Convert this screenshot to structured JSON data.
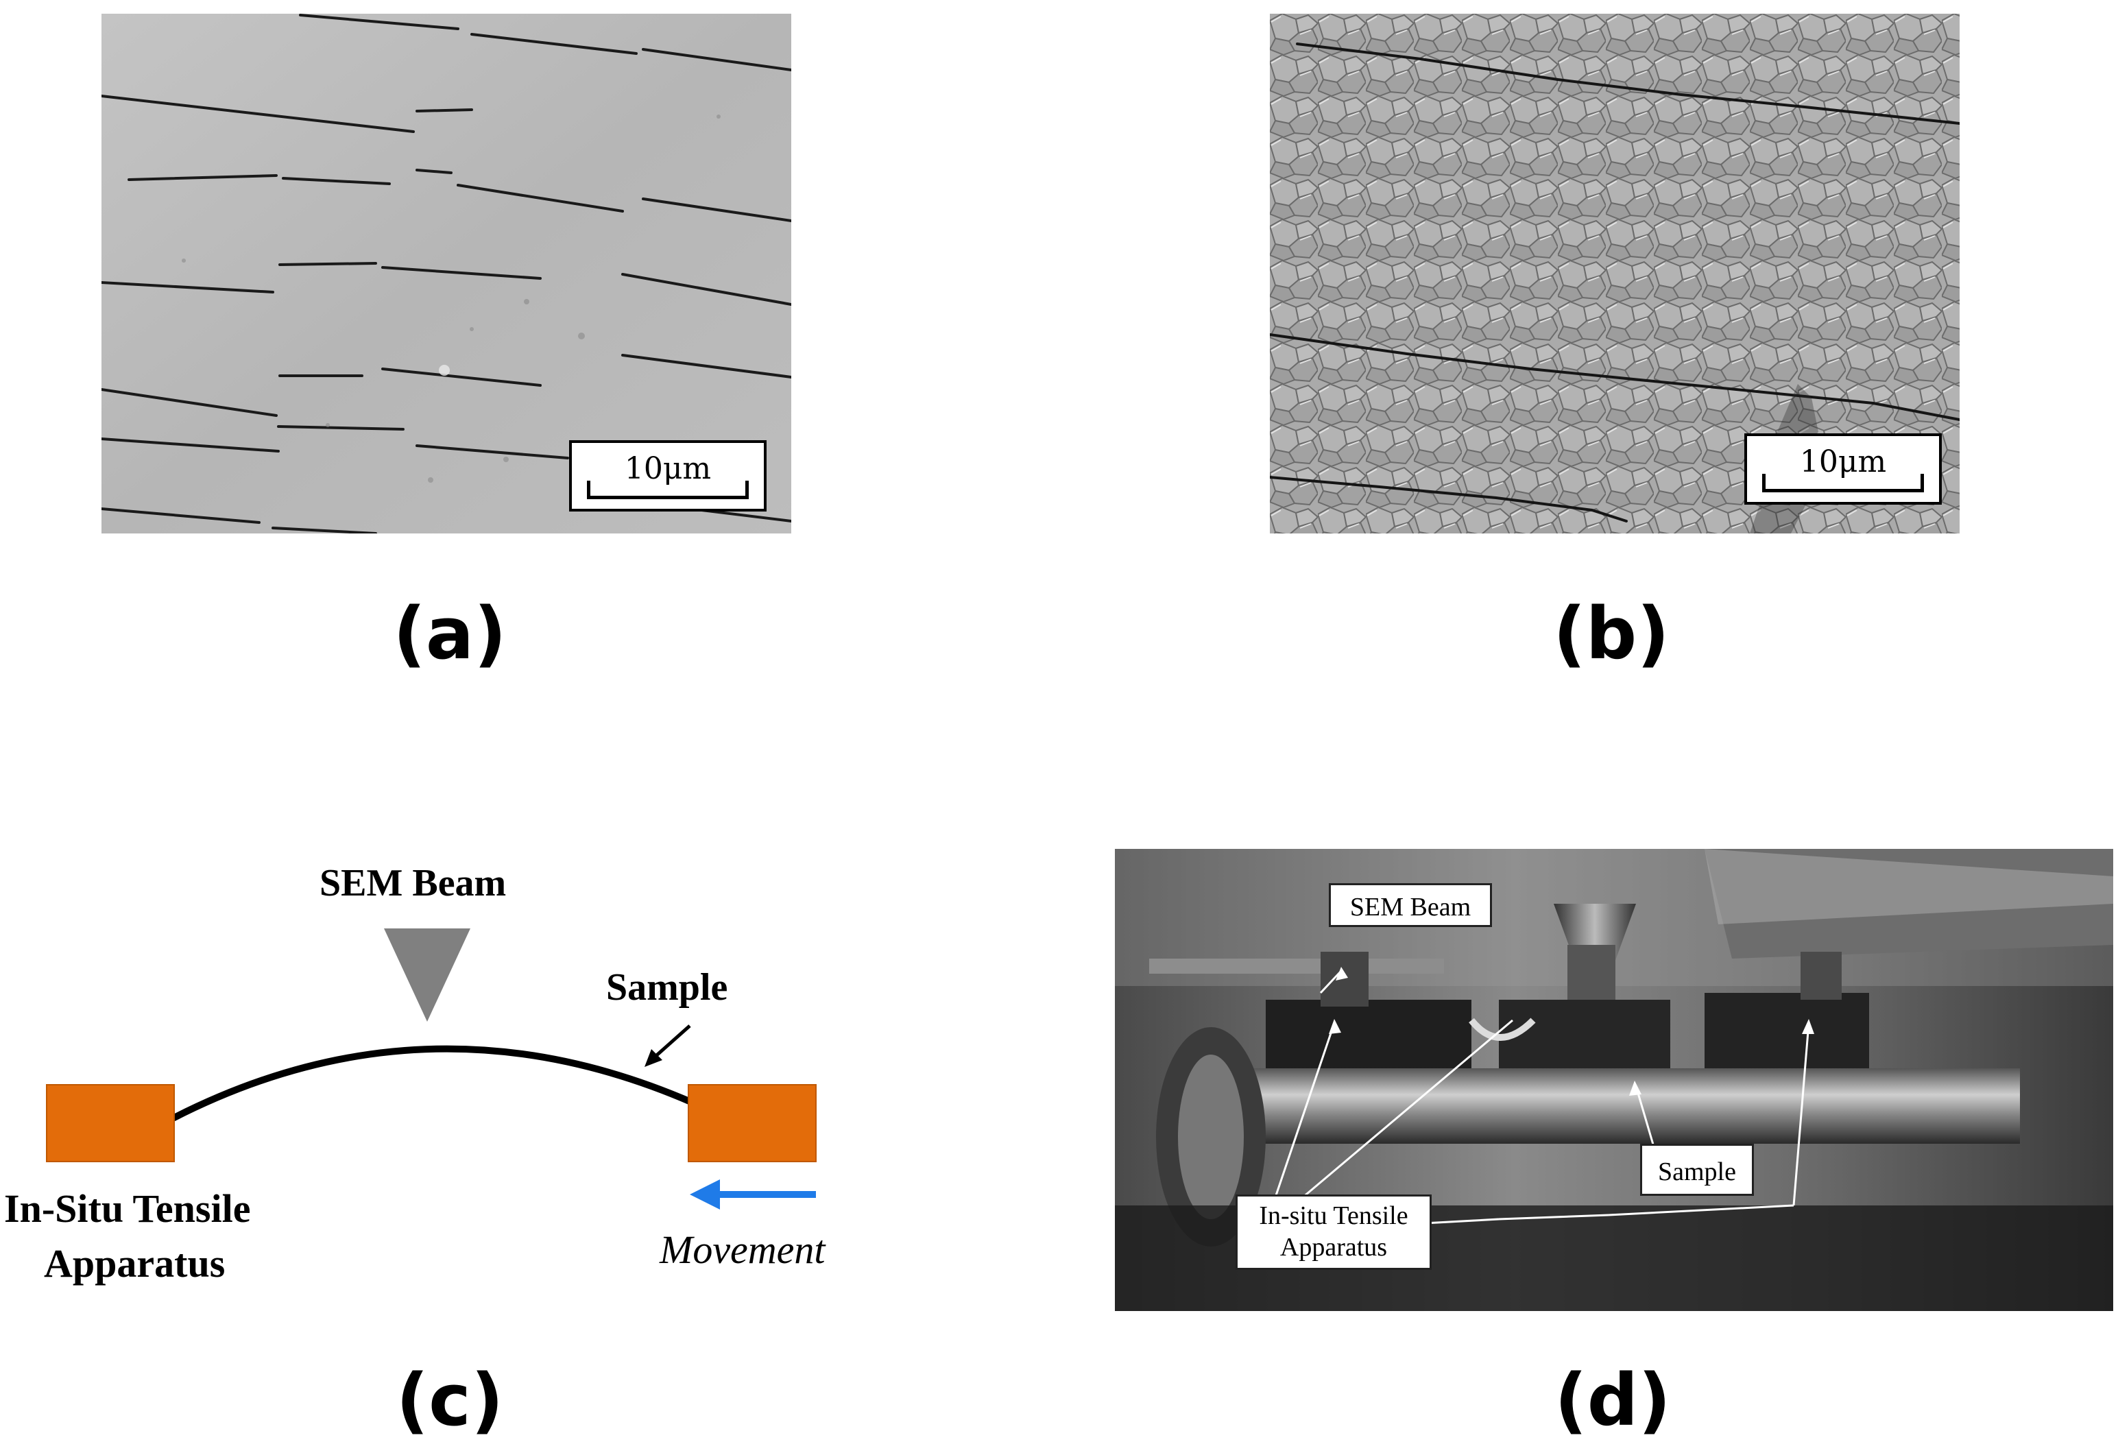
{
  "panels": {
    "a": {
      "label": "(a)",
      "scale_bar": "10μm"
    },
    "b": {
      "label": "(b)",
      "scale_bar": "10μm"
    },
    "c": {
      "label": "(c)",
      "sem_beam": "SEM Beam",
      "sample": "Sample",
      "apparatus_line1": "In-Situ Tensile",
      "apparatus_line2": "Apparatus",
      "movement": "Movement",
      "colors": {
        "clamp": "#E36C0A",
        "beam": "#808080",
        "arrow": "#1F7BE8"
      }
    },
    "d": {
      "label": "(d)",
      "sem_beam": "SEM Beam",
      "sample": "Sample",
      "apparatus_line1": "In-situ Tensile",
      "apparatus_line2": "Apparatus"
    }
  }
}
